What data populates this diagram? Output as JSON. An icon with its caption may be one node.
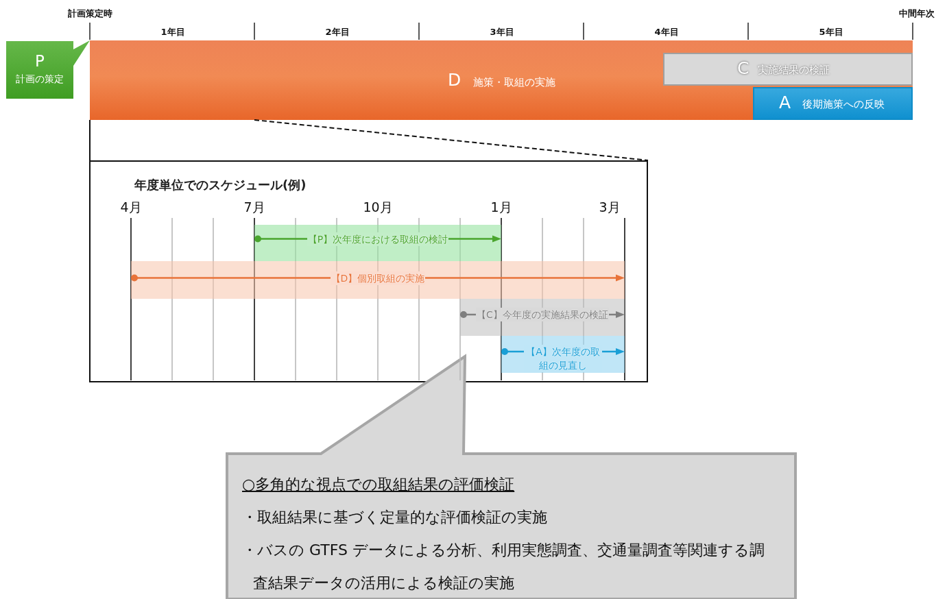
{
  "diagram": {
    "nodes": [
      {
        "text": [
          "P",
          "計画の策定"
        ]
      },
      {
        "text": [
          "D",
          "施策・取組の実施"
        ]
      },
      {
        "text": [
          "C",
          "実施結果の検証"
        ],
        "in": 1
      },
      {
        "text": [
          "A",
          "後期施策への反映"
        ],
        "in": 1
      },
      {
        "text": [
          "年度単位でのスケジュール(例)"
        ]
      },
      {
        "text": [
          "【P】次年度における取組の検討"
        ],
        "in": 4
      },
      {
        "text": [
          "【D】個別取組の実施"
        ],
        "in": 4
      },
      {
        "text": [
          "【C】今年度の実施結果の検証"
        ],
        "in": 4
      },
      {
        "text": [
          "【A】次年度の取組の見直し"
        ],
        "in": 4
      },
      {
        "text": [
          "○多角的な視点での取組結果の評価検証",
          "・取組結果に基づく定量的な評価検証の実施",
          "・バスの GTFS データによる分析、利用実態調査、交通量調査等関連する調査結果データの活用による検証の実施"
        ]
      }
    ],
    "edges": [
      {
        "from": 1,
        "to": 4,
        "arrow": "none"
      },
      {
        "from": 1,
        "to": 4,
        "arrow": "none",
        "style": "dashed"
      }
    ],
    "labels": [
      "計画策定時",
      "1年目",
      "2年目",
      "3年目",
      "4年目",
      "5年目",
      "中間年次",
      "4月",
      "7月",
      "10月",
      "1月",
      "3月"
    ]
  }
}
